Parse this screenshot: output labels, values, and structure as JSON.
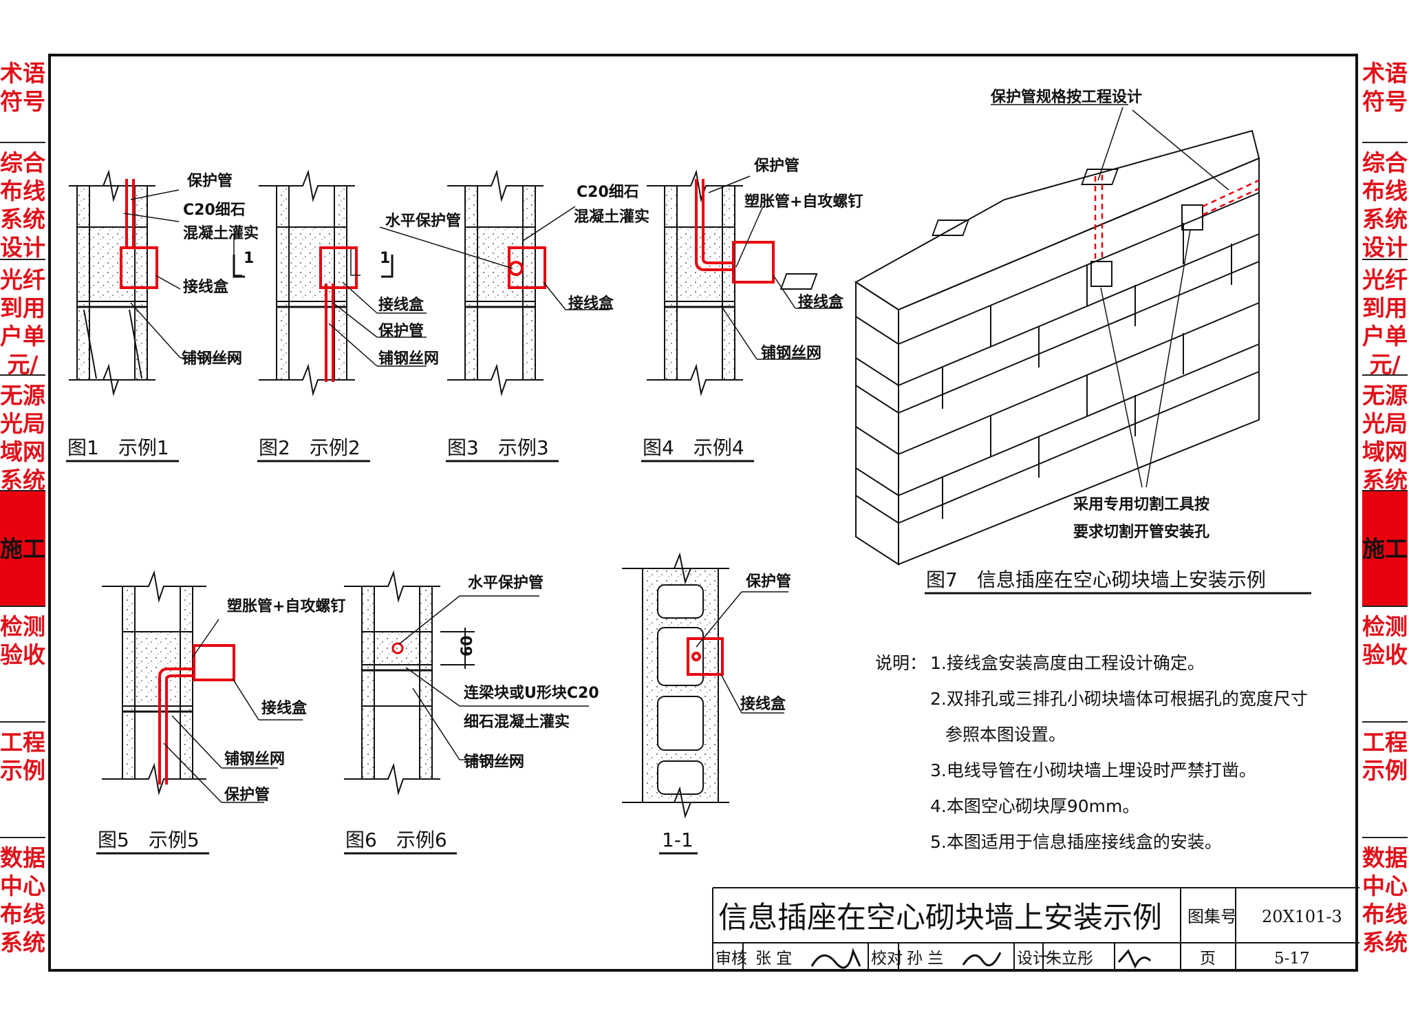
{
  "sidebar": {
    "items": [
      {
        "label": "术语\n符号",
        "h": 0
      },
      {
        "label": "综合\n布线\n系统\n设计",
        "h": 0
      },
      {
        "label": "光纤\n到用\n户单\n元/户",
        "h": 0
      },
      {
        "label": "无源\n光局\n域网\n系统",
        "h": 0
      },
      {
        "label": "施工",
        "h": 0,
        "active": true
      },
      {
        "label": "检测\n验收",
        "h": 0
      },
      {
        "label": "工程\n示例",
        "h": 0
      },
      {
        "label": "数据\n中心\n布线\n系统",
        "h": 0
      }
    ]
  },
  "figures": {
    "fig1": {
      "caption": "图1　示例1",
      "labels": [
        "保护管",
        "C20细石",
        "混凝土灌实",
        "接线盒",
        "铺钢丝网"
      ],
      "section": "1"
    },
    "fig2": {
      "caption": "图2　示例2",
      "labels": [
        "接线盒",
        "保护管",
        "铺钢丝网"
      ],
      "section": "1"
    },
    "fig3": {
      "caption": "图3　示例3",
      "labels": [
        "水平保护管",
        "C20细石",
        "混凝土灌实",
        "接线盒"
      ]
    },
    "fig4": {
      "caption": "图4　示例4",
      "labels": [
        "保护管",
        "塑胀管+自攻螺钉",
        "接线盒",
        "铺钢丝网"
      ]
    },
    "fig5": {
      "caption": "图5　示例5",
      "labels": [
        "塑胀管+自攻螺钉",
        "接线盒",
        "铺钢丝网",
        "保护管"
      ]
    },
    "fig6": {
      "caption": "图6　示例6",
      "labels": [
        "水平保护管",
        "连梁块或U形块C20",
        "细石混凝土灌实",
        "铺钢丝网"
      ],
      "dimension": "60"
    },
    "section11": {
      "caption": "1-1",
      "labels": [
        "保护管",
        "接线盒"
      ]
    },
    "fig7": {
      "caption": "图7　信息插座在空心砌块墙上安装示例",
      "labels": [
        "保护管规格按工程设计",
        "采用专用切割工具按",
        "要求切割开管安装孔"
      ]
    }
  },
  "notes": {
    "heading": "说明：",
    "items": [
      "1.接线盒安装高度由工程设计确定。",
      "2.双排孔或三排孔小砌块墙体可根据孔的宽度尺寸",
      "参照本图设置。",
      "3.电线导管在小砌块墙上埋设时严禁打凿。",
      "4.本图空心砌块厚90mm。",
      "5.本图适用于信息插座接线盒的安装。"
    ]
  },
  "titleblock": {
    "title": "信息插座在空心砌块墙上安装示例",
    "atlas_label": "图集号",
    "atlas_no": "20X101-3",
    "review_label": "审核",
    "reviewer": "张 宜",
    "check_label": "校对",
    "checker": "孙 兰",
    "design_label": "设计",
    "designer": "朱立彤",
    "page_label": "页",
    "page_no": "5-17"
  },
  "colors": {
    "accent": "#e8000f",
    "line": "#111111"
  }
}
